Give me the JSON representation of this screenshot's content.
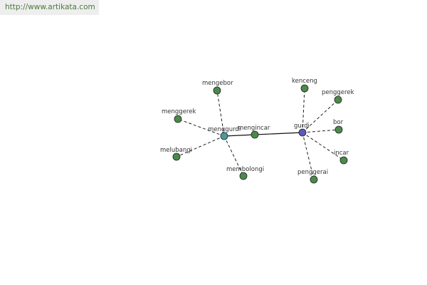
{
  "header": {
    "url": "http://www.artikata.com"
  },
  "colors": {
    "leaf": "#4a8a4a",
    "hub_left": "#4a9a9a",
    "hub_right": "#5a5ab8"
  },
  "graph": {
    "nodes": [
      {
        "id": "menggurdi",
        "label": "menggurdi",
        "kind": "hub_left"
      },
      {
        "id": "mengincar",
        "label": "mengincar",
        "kind": "leaf"
      },
      {
        "id": "gurdi",
        "label": "gurdi",
        "kind": "hub_right"
      },
      {
        "id": "mengebor",
        "label": "mengebor",
        "kind": "leaf"
      },
      {
        "id": "menggerek",
        "label": "menggerek",
        "kind": "leaf"
      },
      {
        "id": "melubangi",
        "label": "melubangi",
        "kind": "leaf"
      },
      {
        "id": "membolongi",
        "label": "membolongi",
        "kind": "leaf"
      },
      {
        "id": "kenceng",
        "label": "kenceng",
        "kind": "leaf"
      },
      {
        "id": "penggerek",
        "label": "penggerek",
        "kind": "leaf"
      },
      {
        "id": "bor",
        "label": "bor",
        "kind": "leaf"
      },
      {
        "id": "incar",
        "label": "incar",
        "kind": "leaf"
      },
      {
        "id": "penggerai",
        "label": "penggerai",
        "kind": "leaf"
      }
    ],
    "edges": [
      {
        "from": "menggurdi",
        "to": "mengincar",
        "style": "solid"
      },
      {
        "from": "mengincar",
        "to": "gurdi",
        "style": "solid"
      },
      {
        "from": "menggurdi",
        "to": "mengebor",
        "style": "dashed"
      },
      {
        "from": "menggurdi",
        "to": "menggerek",
        "style": "dashed"
      },
      {
        "from": "menggurdi",
        "to": "melubangi",
        "style": "dashed"
      },
      {
        "from": "menggurdi",
        "to": "membolongi",
        "style": "dashed"
      },
      {
        "from": "gurdi",
        "to": "kenceng",
        "style": "dashed"
      },
      {
        "from": "gurdi",
        "to": "penggerek",
        "style": "dashed"
      },
      {
        "from": "gurdi",
        "to": "bor",
        "style": "dashed"
      },
      {
        "from": "gurdi",
        "to": "incar",
        "style": "dashed"
      },
      {
        "from": "gurdi",
        "to": "penggerai",
        "style": "dashed"
      }
    ]
  }
}
